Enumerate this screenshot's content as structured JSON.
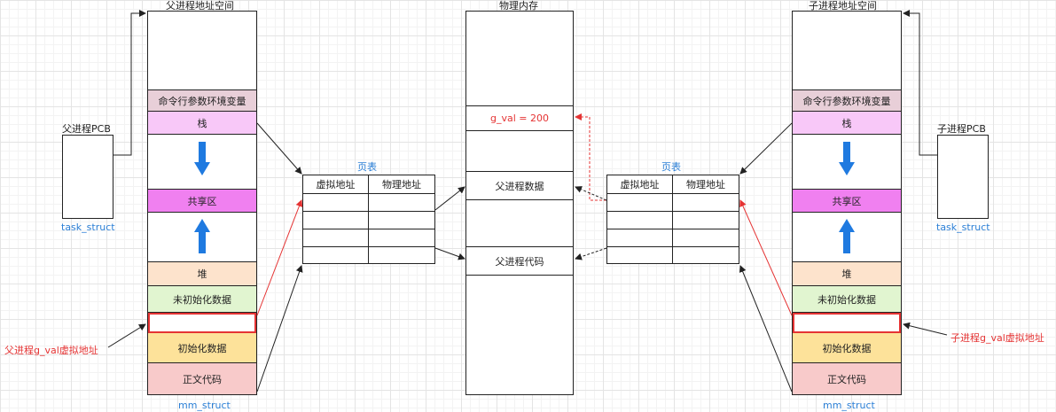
{
  "titles": {
    "parent_space": "父进程地址空间",
    "physical_memory": "物理内存",
    "child_space": "子进程地址空间"
  },
  "parent": {
    "pcb_label": "父进程PCB",
    "task_struct": "task_struct",
    "mm_struct": "mm_struct",
    "gval_label": "父进程g_val虚拟地址",
    "segments": {
      "cmdline": "命令行参数环境变量",
      "stack": "栈",
      "shared": "共享区",
      "heap": "堆",
      "uninit": "未初始化数据",
      "init": "初始化数据",
      "code": "正文代码"
    }
  },
  "child": {
    "pcb_label": "子进程PCB",
    "task_struct": "task_struct",
    "mm_struct": "mm_struct",
    "gval_label": "子进程g_val虚拟地址",
    "segments": {
      "cmdline": "命令行参数环境变量",
      "stack": "栈",
      "shared": "共享区",
      "heap": "堆",
      "uninit": "未初始化数据",
      "init": "初始化数据",
      "code": "正文代码"
    }
  },
  "page_table_left": {
    "title": "页表",
    "col_virtual": "虚拟地址",
    "col_physical": "物理地址"
  },
  "page_table_right": {
    "title": "页表",
    "col_virtual": "虚拟地址",
    "col_physical": "物理地址"
  },
  "physical": {
    "gval": "g_val = 200",
    "parent_data": "父进程数据",
    "parent_code": "父进程代码"
  },
  "colors": {
    "cmdline": "#e8cfd8",
    "stack": "#f8c8f8",
    "shared": "#f080f0",
    "heap": "#fde3cc",
    "uninit": "#e1f5d0",
    "init": "#fde29a",
    "code": "#f8caca",
    "arrow_blue": "#1f7ae0",
    "accent_red": "#e53333",
    "label_blue": "#2b7fd6"
  }
}
